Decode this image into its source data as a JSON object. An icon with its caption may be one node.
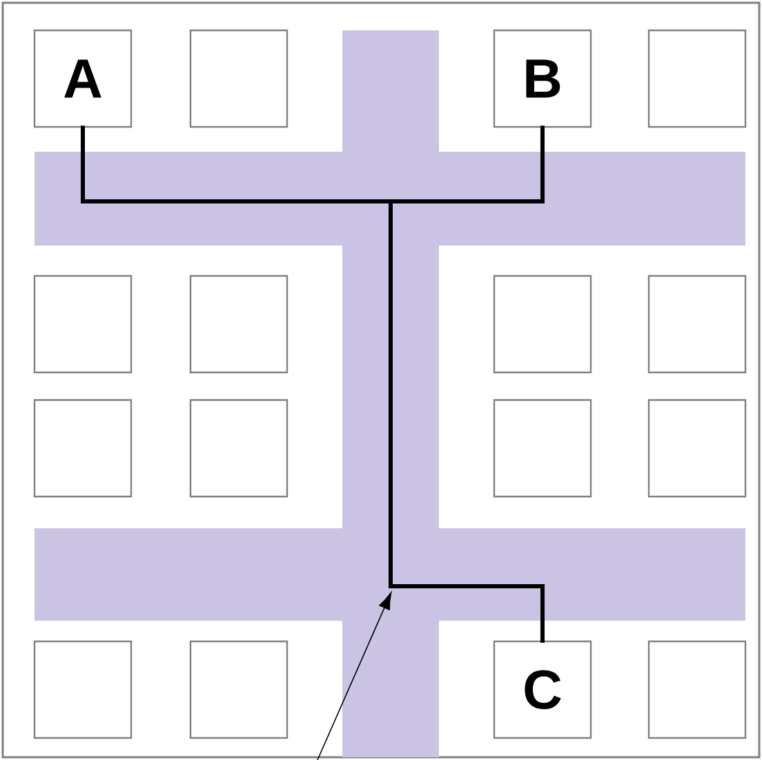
{
  "diagram": {
    "nodes": [
      {
        "text": [
          "A"
        ]
      },
      {
        "text": [],
        "shape": "box"
      },
      {
        "text": [
          "B"
        ]
      },
      {
        "text": [],
        "shape": "box"
      },
      {
        "text": [],
        "shape": "box"
      },
      {
        "text": [],
        "shape": "box"
      },
      {
        "text": [],
        "shape": "box"
      },
      {
        "text": [],
        "shape": "box"
      },
      {
        "text": [],
        "shape": "box"
      },
      {
        "text": [],
        "shape": "box"
      },
      {
        "text": [],
        "shape": "box"
      },
      {
        "text": [],
        "shape": "box"
      },
      {
        "text": [],
        "shape": "box"
      },
      {
        "text": [],
        "shape": "box"
      },
      {
        "text": [
          "C"
        ]
      },
      {
        "text": [],
        "shape": "box"
      }
    ],
    "edges": [
      {
        "from": 0,
        "to": 14,
        "arrow": "none"
      },
      {
        "from": 2,
        "to": 14,
        "arrow": "none"
      }
    ]
  }
}
